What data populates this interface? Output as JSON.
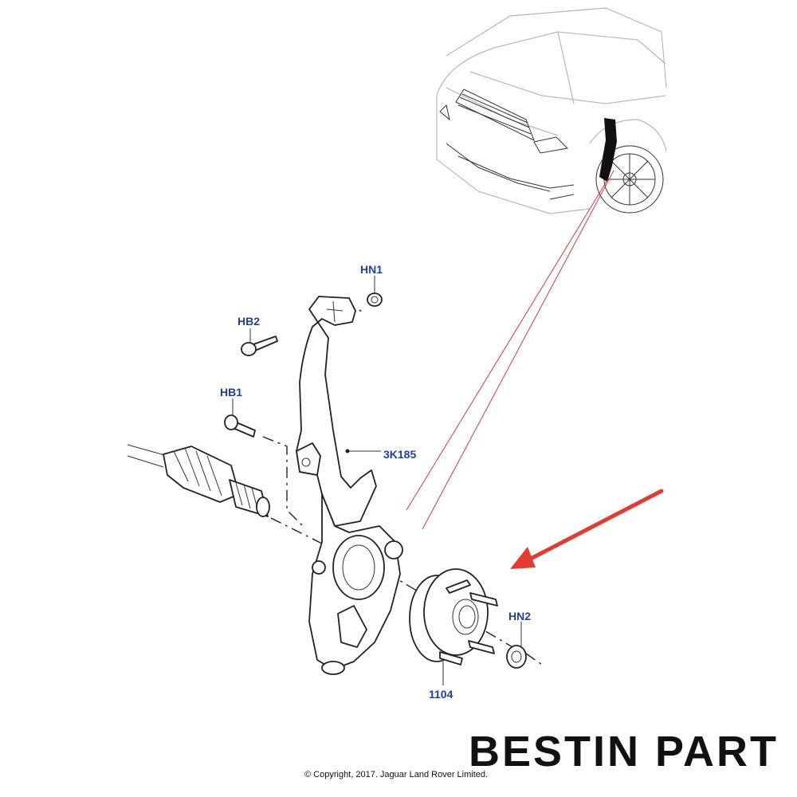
{
  "callouts": {
    "hn1": "HN1",
    "hb2": "HB2",
    "hb1": "HB1",
    "knuckle": "3K185",
    "hn2": "HN2",
    "hub": "1104"
  },
  "brand": "BESTIN PART",
  "copyright": "© Copyright, 2017. Jaguar Land Rover Limited.",
  "colors": {
    "callout_text": "#1f3f9a",
    "arrow": "#e23b32",
    "leader_red": "#d33a3a"
  }
}
